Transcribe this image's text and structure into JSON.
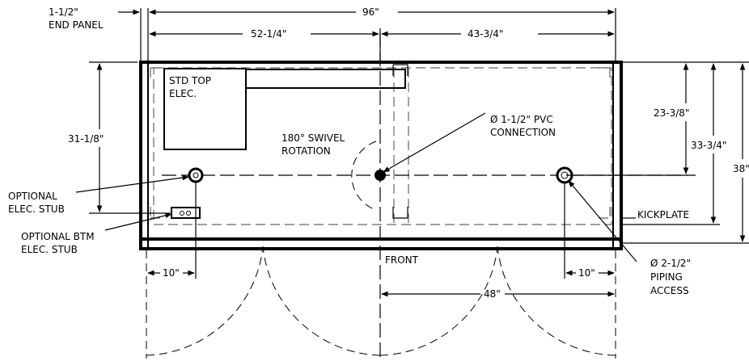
{
  "dimensions": {
    "end_panel": "1-1/2\"",
    "end_panel_label": "END PANEL",
    "overall_width": "96\"",
    "left_to_center": "52-1/4\"",
    "center_to_right": "43-3/4\"",
    "left_height": "31-1/8\"",
    "right_h1": "23-3/8\"",
    "right_h2": "33-3/4\"",
    "right_h3": "38\"",
    "left_offset": "10\"",
    "right_offset": "10\"",
    "door_span": "48\""
  },
  "labels": {
    "std_top_elec_1": "STD TOP",
    "std_top_elec_2": "ELEC.",
    "swivel_1": "180° SWIVEL",
    "swivel_2": "ROTATION",
    "pvc_1": "Ø 1-1/2\" PVC",
    "pvc_2": "CONNECTION",
    "opt_elec_1": "OPTIONAL",
    "opt_elec_2": "ELEC. STUB",
    "opt_btm_1": "OPTIONAL BTM",
    "opt_btm_2": "ELEC. STUB",
    "kickplate": "KICKPLATE",
    "front": "FRONT",
    "piping_1": "Ø 2-1/2\"",
    "piping_2": "PIPING",
    "piping_3": "ACCESS"
  }
}
